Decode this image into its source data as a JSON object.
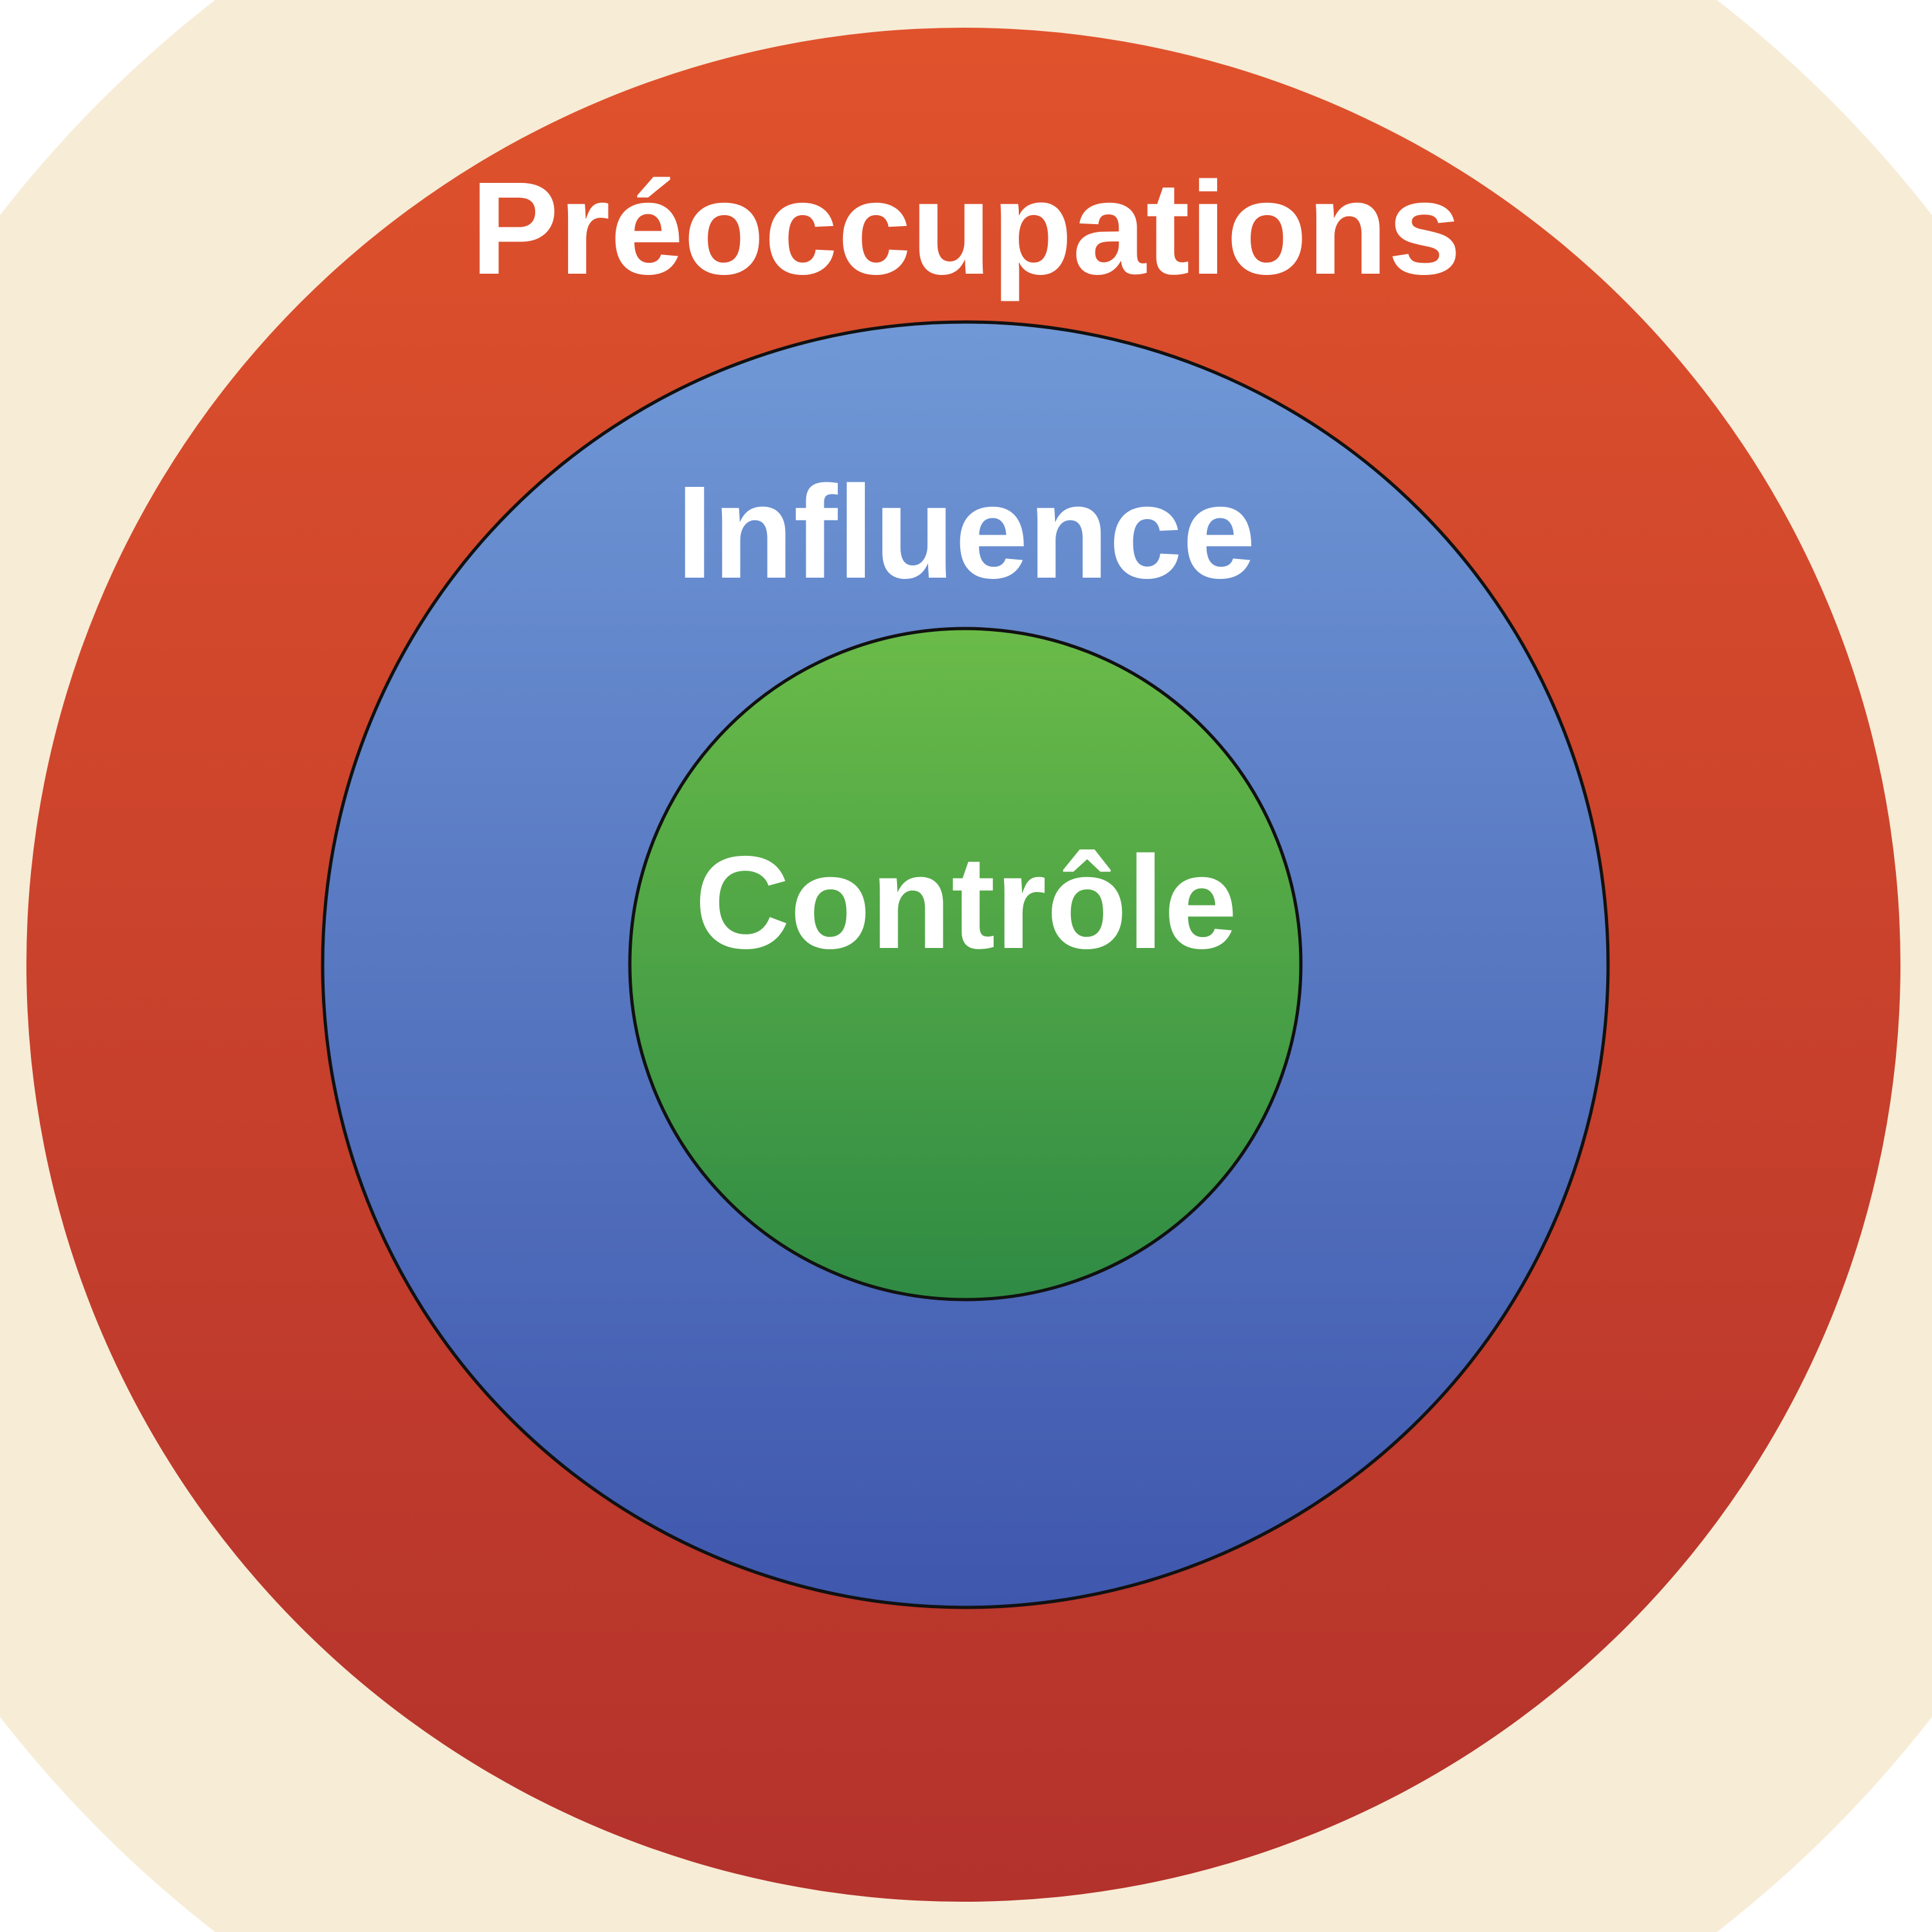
{
  "diagram": {
    "rings": [
      {
        "label": "Préoccupations",
        "color_top": "#e0522c",
        "color_bottom": "#b3322c"
      },
      {
        "label": "Influence",
        "color_top": "#7098d6",
        "color_bottom": "#3f57ad"
      },
      {
        "label": "Contrôle",
        "color_top": "#6abb48",
        "color_bottom": "#2f8b44"
      }
    ],
    "background_color": "#f7ecd6"
  }
}
